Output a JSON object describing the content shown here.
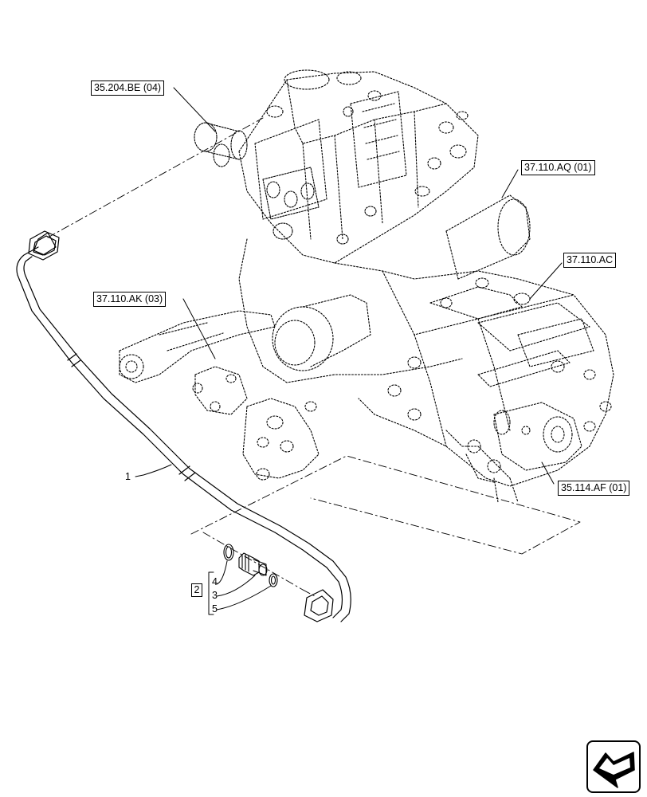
{
  "references": {
    "ref_35_204_be": "35.204.BE (04)",
    "ref_37_110_aq": "37.110.AQ (01)",
    "ref_37_110_ac": "37.110.AC",
    "ref_37_110_ak": "37.110.AK (03)",
    "ref_35_114_af": "35.114.AF (01)"
  },
  "callouts": {
    "item_1": "1",
    "item_2": "2",
    "item_3": "3",
    "item_4": "4",
    "item_5": "5"
  },
  "navigation": {
    "icon": "return-arrow-icon"
  }
}
